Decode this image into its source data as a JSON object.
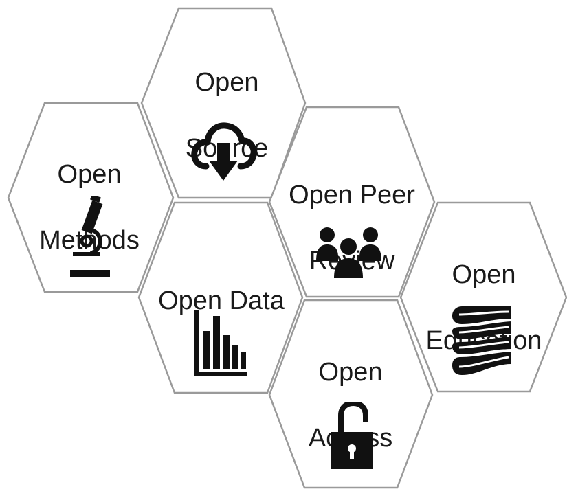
{
  "hexagons": [
    {
      "id": "open-source",
      "label_line1": "Open",
      "label_line2": "Source",
      "icon": "cloud-download-icon"
    },
    {
      "id": "open-methods",
      "label_line1": "Open",
      "label_line2": "Methods",
      "icon": "microscope-icon"
    },
    {
      "id": "open-peer-review",
      "label_line1": "Open Peer",
      "label_line2": "Review",
      "icon": "people-group-icon"
    },
    {
      "id": "open-data",
      "label_line1": "Open Data",
      "label_line2": "",
      "icon": "bar-chart-icon"
    },
    {
      "id": "open-education",
      "label_line1": "Open",
      "label_line2": "Education",
      "icon": "book-stack-icon"
    },
    {
      "id": "open-access",
      "label_line1": "Open",
      "label_line2": "Access",
      "icon": "unlocked-padlock-icon"
    }
  ],
  "colors": {
    "outline": "#9a9a9a",
    "text": "#1a1a1a",
    "icon": "#111111",
    "background": "#ffffff"
  }
}
